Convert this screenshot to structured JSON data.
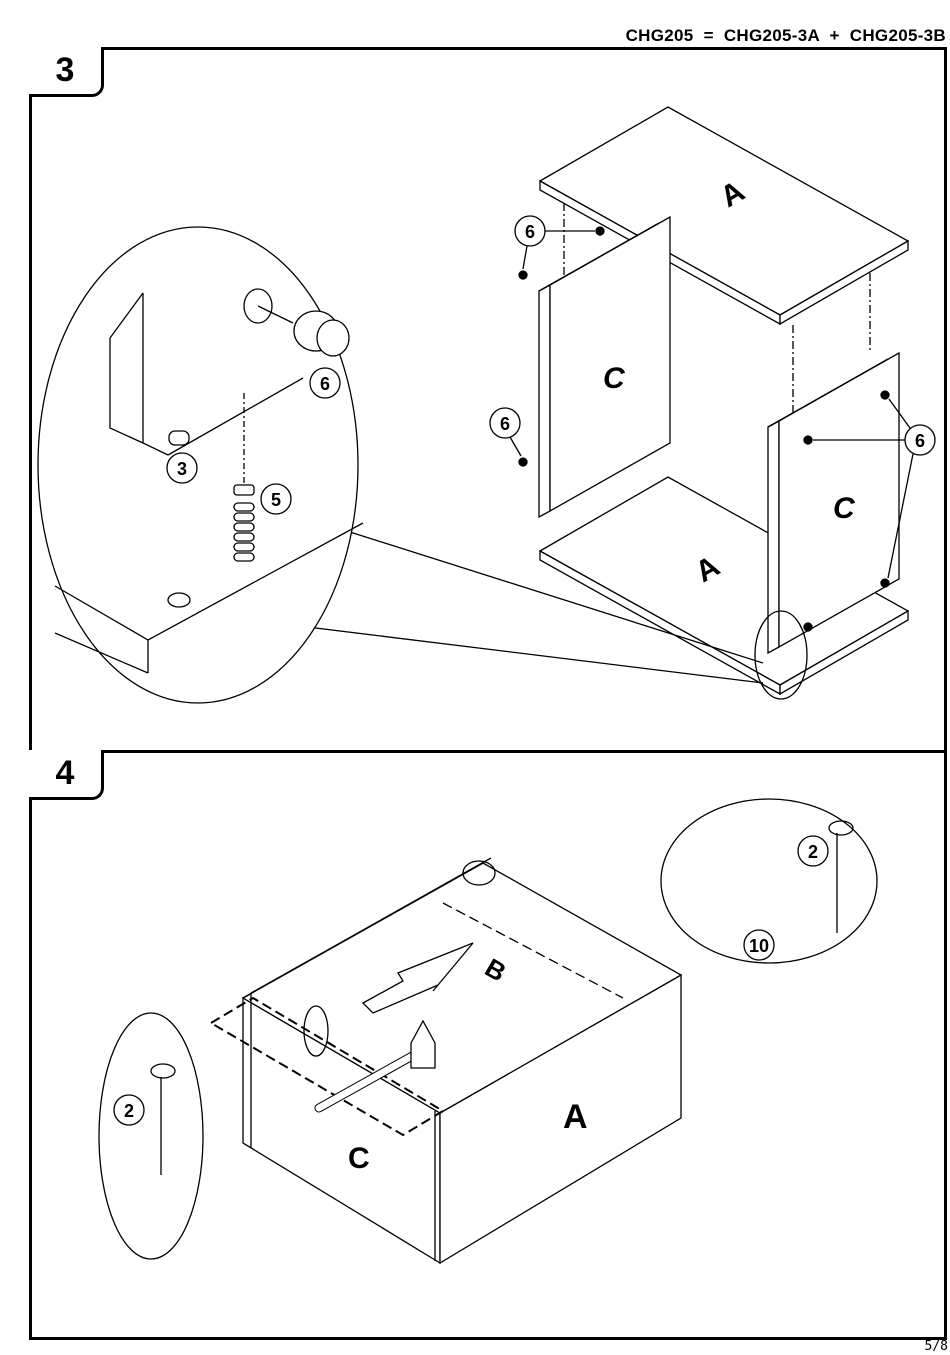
{
  "header": {
    "model_code": "CHG205  =  CHG205-3A  +  CHG205-3B"
  },
  "footer": {
    "page": "5/8"
  },
  "steps": [
    {
      "number": "3",
      "panel_labels": {
        "top": "A",
        "bottom": "A",
        "left_side": "C",
        "right_side": "C"
      },
      "callouts": {
        "cam_top": "6",
        "cam_left": "6",
        "cam_right": "6"
      },
      "detail_callouts": {
        "dowel": "3",
        "cam_bolt": "5",
        "cam_lock": "6"
      }
    },
    {
      "number": "4",
      "panel_labels": {
        "back": "B",
        "side": "A",
        "front": "C"
      },
      "detail_right_callouts": {
        "nail": "2",
        "clip": "10"
      },
      "detail_left_callouts": {
        "nail": "2"
      }
    }
  ]
}
